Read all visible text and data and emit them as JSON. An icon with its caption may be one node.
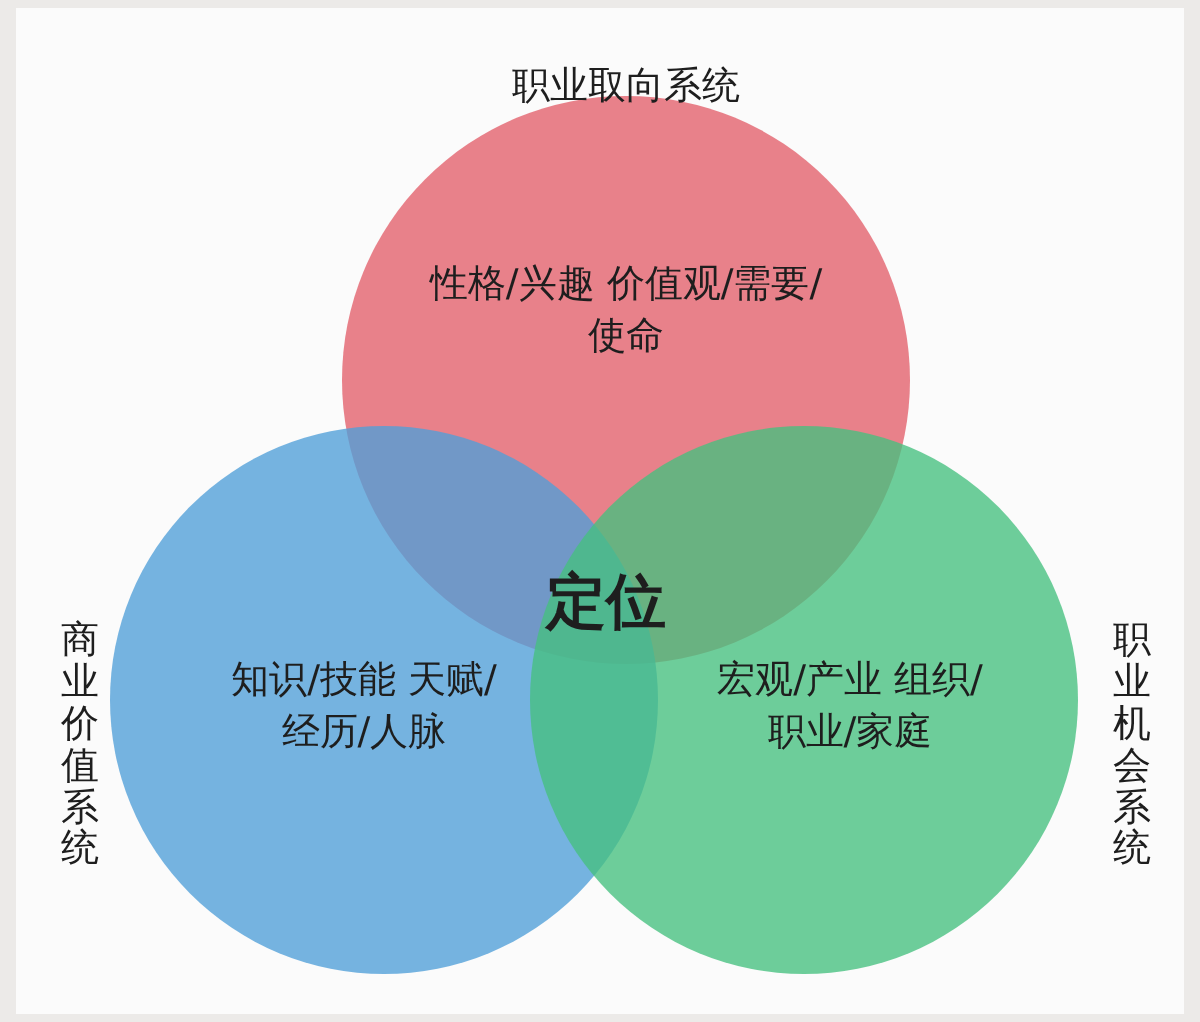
{
  "diagram": {
    "nodes": [
      {
        "text": [
          "职业取向系统",
          "性格/兴趣 价值观/需要/使命"
        ]
      },
      {
        "text": [
          "商业价值系统",
          "知识/技能 天赋/经历/人脉"
        ]
      },
      {
        "text": [
          "宏观/产业 组织/职业/家庭",
          "职业机会系统"
        ]
      },
      {
        "text": [
          "定位"
        ]
      }
    ]
  }
}
